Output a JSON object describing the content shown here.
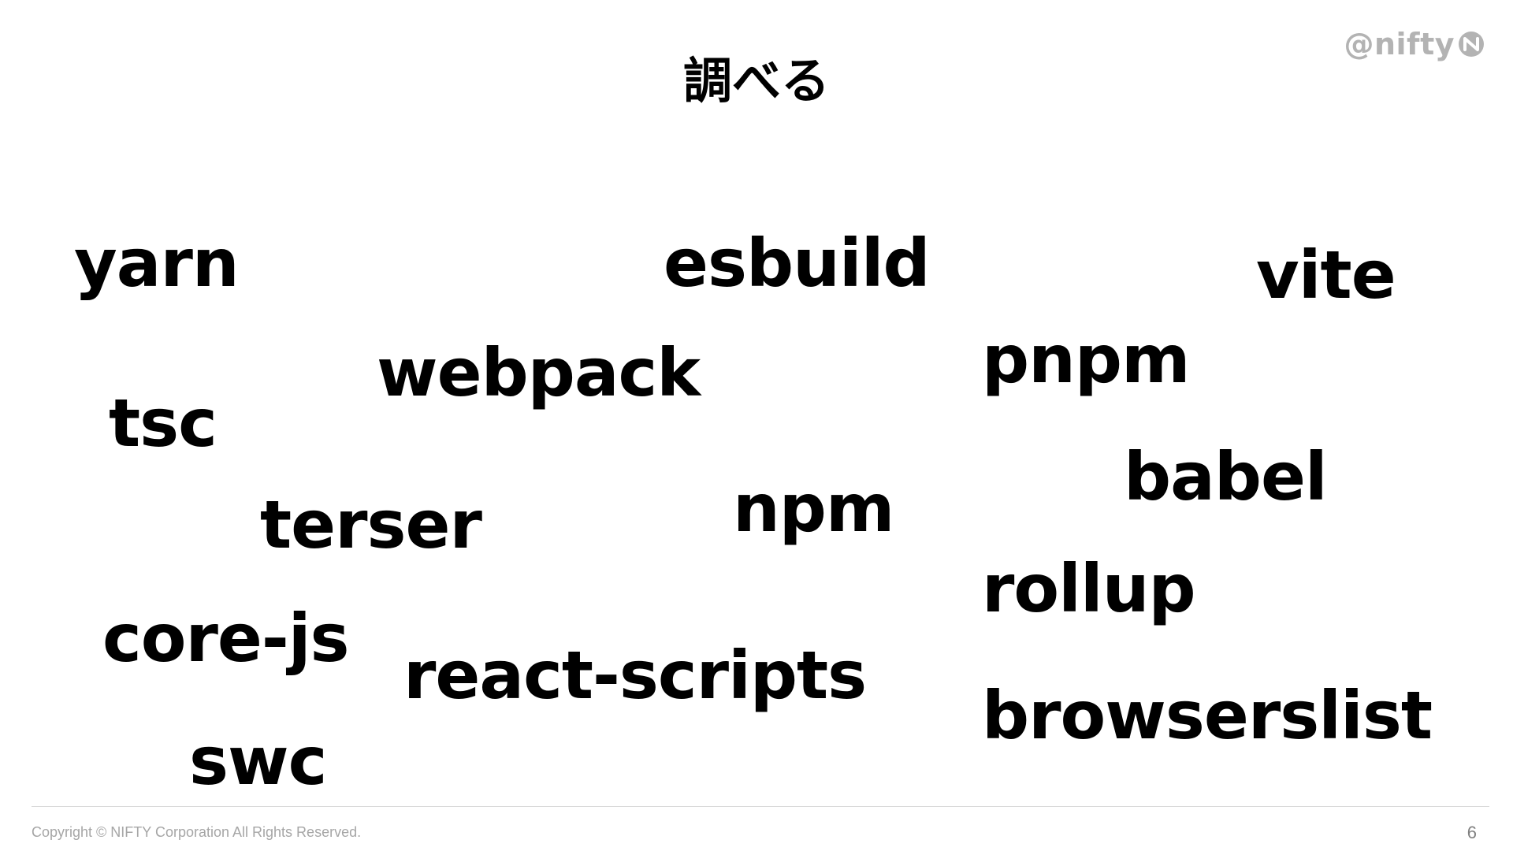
{
  "slide": {
    "title": "調べる",
    "brand": {
      "text": "@nifty",
      "icon": "nifty-logo-icon",
      "color": "#b3b3b3"
    },
    "words": [
      "yarn",
      "esbuild",
      "vite",
      "webpack",
      "pnpm",
      "tsc",
      "babel",
      "terser",
      "npm",
      "rollup",
      "core-js",
      "react-scripts",
      "browserslist",
      "swc"
    ],
    "footer": {
      "copyright": "Copyright © NIFTY Corporation All Rights Reserved.",
      "page_number": "6"
    }
  }
}
